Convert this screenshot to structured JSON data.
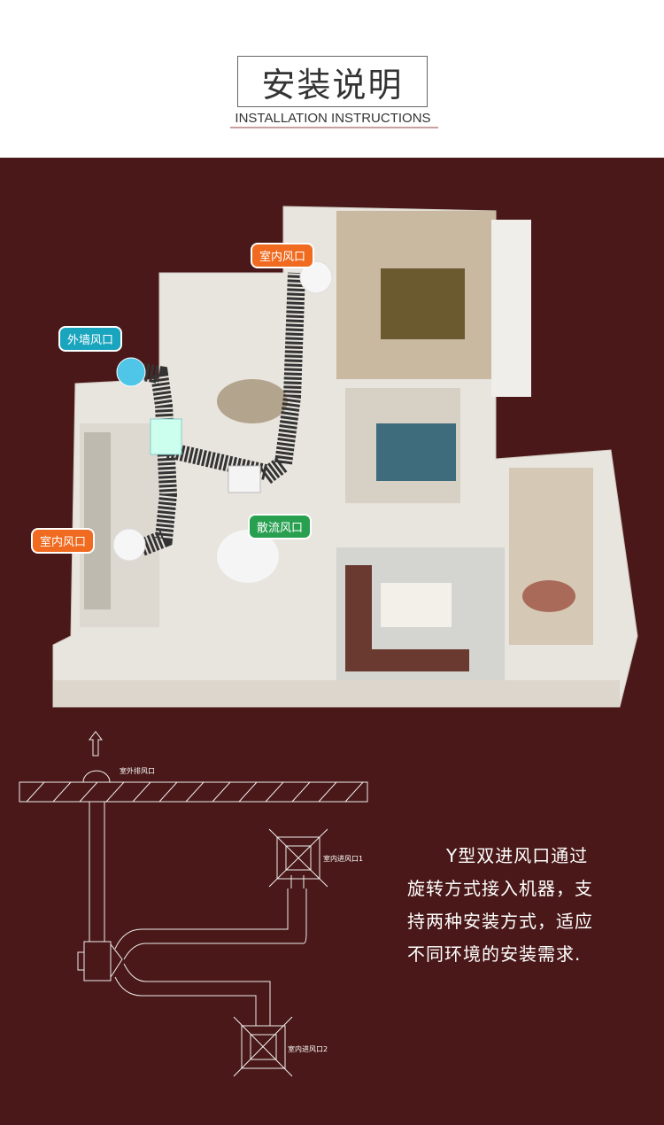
{
  "header": {
    "title": "安装说明",
    "subtitle": "INSTALLATION INSTRUCTIONS"
  },
  "floorplan": {
    "tags": {
      "indoor_vent_top": "室内风口",
      "outer_wall_vent": "外墙风口",
      "indoor_vent_left": "室内风口",
      "diffuser_vent": "散流风口"
    }
  },
  "diagram": {
    "outdoor_exhaust": "室外排风口",
    "indoor_inlet_1": "室内进风口1",
    "indoor_inlet_2": "室内进风口2"
  },
  "description": {
    "lines": [
      "Y型双进风口通过",
      "旋转方式接入机器，支",
      "持两种安装方式，适应",
      "不同环境的安装需求."
    ]
  },
  "colors": {
    "background": "#4a1818",
    "orange": "#f06a1f",
    "teal": "#1aa5bf",
    "green": "#28a050"
  }
}
